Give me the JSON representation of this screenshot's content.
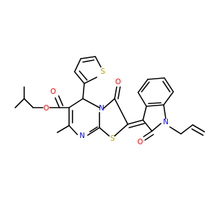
{
  "colors": {
    "bond": "#000000",
    "oxygen": "#ff0000",
    "nitrogen": "#0000ff",
    "sulfur": "#b8a000",
    "background": "#ffffff"
  },
  "atoms": {
    "o_ester_carbonyl": "O",
    "o_ester_ether": "O",
    "o_ketone": "O",
    "o_lactam": "O",
    "n_pyrimidine": "N",
    "n_bridge": "N",
    "n_indole": "N",
    "s_thiophene": "S",
    "s_thiazole": "S"
  }
}
